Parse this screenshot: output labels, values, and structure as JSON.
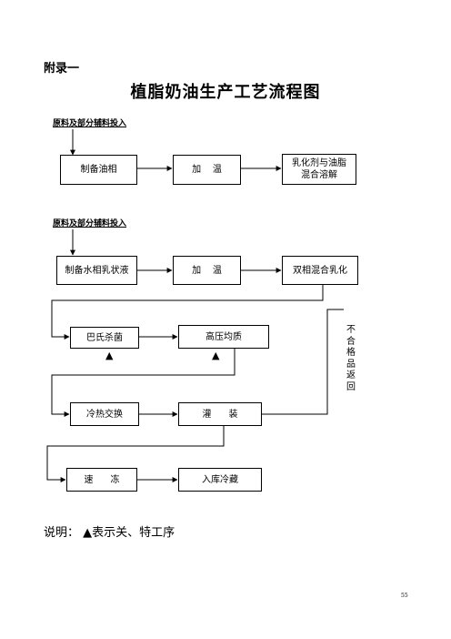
{
  "appendix_label": "附录一",
  "title": "植脂奶油生产工艺流程图",
  "input_label_1": "原料及部分辅料投入",
  "input_label_2": "原料及部分辅料投入",
  "boxes": {
    "oil_phase": "制备油相",
    "heat_1": "加    温",
    "emulsifier_mix": "乳化剂与油脂\n混合溶解",
    "water_phase": "制备水相乳状液",
    "heat_2": "加    温",
    "two_phase": "双相混合乳化",
    "pasteurize": "巴氏杀菌",
    "homogenize": "高压均质",
    "heat_exchange": "冷热交换",
    "filling": "灌      装",
    "quick_freeze": "速      冻",
    "cold_storage": "入库冷藏"
  },
  "markers": {
    "special_process": "▲"
  },
  "rejected_return": "不合格品返回",
  "note": "说明：  ▲表示关、特工序",
  "page_number": "55"
}
